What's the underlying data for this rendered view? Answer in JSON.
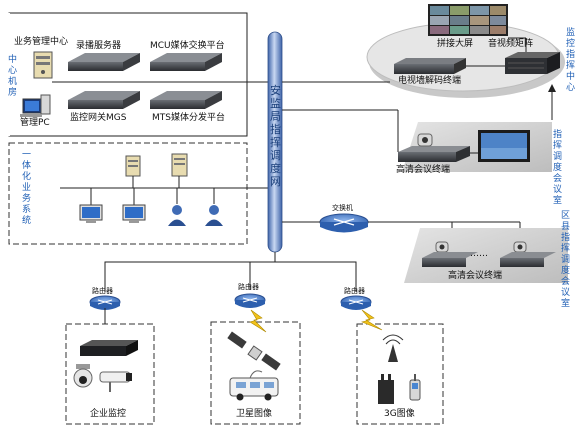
{
  "diagram": {
    "center_room": {
      "side_label": "中心机房",
      "business_center": "业务管理中心",
      "recording_server": "录播服务器",
      "mcu_platform": "MCU媒体交换平台",
      "management_pc": "管理PC",
      "monitor_gateway": "监控网关MGS",
      "mts_platform": "MTS媒体分发平台"
    },
    "integrated": {
      "side_label": "一体化业务系统"
    },
    "backbone": {
      "label": "安监局指挥调度网"
    },
    "monitor_center": {
      "side_label": "监控指挥中心",
      "video_wall": "拼接大屏",
      "av_matrix": "音视频矩阵",
      "tv_decoder": "电视墙解码终端"
    },
    "dispatch_room": {
      "side_label": "指挥调度会议室",
      "terminal": "高清会议终端"
    },
    "switch": {
      "label": "交换机"
    },
    "county_room": {
      "side_label": "区县指挥调度会议室",
      "terminal": "高清会议终端",
      "ellipsis": "……"
    },
    "branches": [
      {
        "router": "路由器",
        "caption": "企业监控"
      },
      {
        "router": "路由器",
        "caption": "卫星图像"
      },
      {
        "router": "路由器",
        "caption": "3G图像"
      }
    ],
    "colors": {
      "backbone": "#6d8fc7",
      "router": "#4a7fc9",
      "label_blue": "#1f5fb5",
      "lightning": "#f2c21a"
    }
  }
}
